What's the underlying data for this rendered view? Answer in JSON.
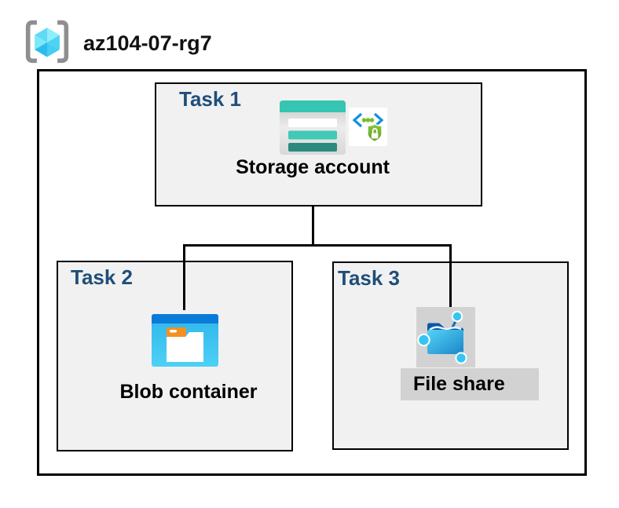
{
  "header": {
    "resource_group_name": "az104-07-rg7",
    "resource_group_icon": "azure-resource-group"
  },
  "tasks": {
    "task1": {
      "label": "Task 1",
      "resource": "Storage account",
      "icons": [
        "storage-account-icon",
        "sas-shield-lock-icon"
      ]
    },
    "task2": {
      "label": "Task 2",
      "resource": "Blob container",
      "icons": [
        "blob-container-icon"
      ]
    },
    "task3": {
      "label": "Task 3",
      "resource": "File share",
      "icons": [
        "file-share-icon"
      ],
      "highlighted": true
    }
  },
  "connections": [
    {
      "from": "Storage account",
      "to": "Blob container"
    },
    {
      "from": "Storage account",
      "to": "File share"
    }
  ],
  "colors": {
    "task_label_blue": "#1f4e79",
    "box_fill_gray": "#f1f1f1",
    "box_border": "#000000",
    "connector": "#000000",
    "highlight_gray": "#d2d2d2",
    "storage_teal": "#35c5b2",
    "storage_teal_mid": "#41c8b6",
    "storage_teal_dark": "#2b8a7e",
    "blob_bar_blue": "#0b7bd9",
    "blob_body_cyan": "#3ec9f2",
    "blob_tab_orange": "#f39022",
    "fileshare_navy": "#0b57a8",
    "fileshare_cyan": "#35c5f3",
    "sas_bracket_blue": "#1392dc",
    "sas_green": "#76bc2d",
    "rg_bracket_gray": "#8f8f8f",
    "rg_cube_cyan": "#50d6f5"
  }
}
